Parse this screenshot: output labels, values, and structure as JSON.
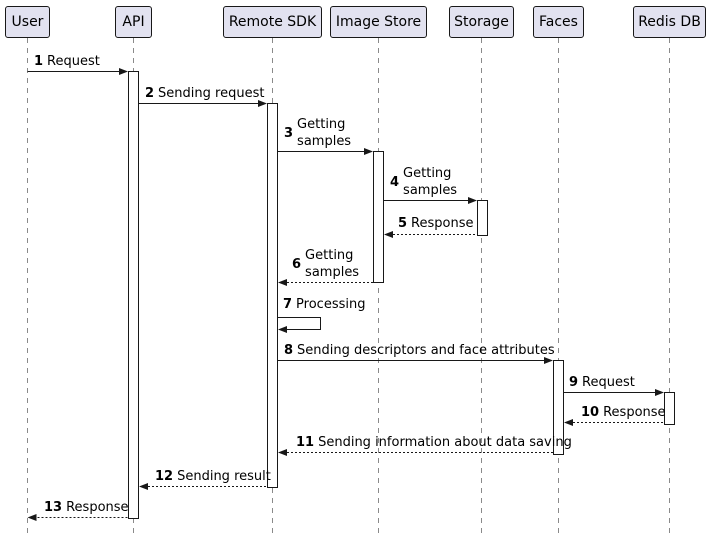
{
  "diagram": {
    "type": "sequence-diagram",
    "participants": [
      {
        "label": "User"
      },
      {
        "label": "API"
      },
      {
        "label": "Remote SDK"
      },
      {
        "label": "Image Store"
      },
      {
        "label": "Storage"
      },
      {
        "label": "Faces"
      },
      {
        "label": "Redis DB"
      }
    ],
    "messages": [
      {
        "num": "1",
        "text": "Request",
        "from": "User",
        "to": "API",
        "style": "solid"
      },
      {
        "num": "2",
        "text": "Sending request",
        "from": "API",
        "to": "Remote SDK",
        "style": "solid"
      },
      {
        "num": "3",
        "text": "Getting samples",
        "from": "Remote SDK",
        "to": "Image Store",
        "style": "solid"
      },
      {
        "num": "4",
        "text": "Getting samples",
        "from": "Image Store",
        "to": "Storage",
        "style": "solid"
      },
      {
        "num": "5",
        "text": "Response",
        "from": "Storage",
        "to": "Image Store",
        "style": "dashed"
      },
      {
        "num": "6",
        "text": "Getting samples",
        "from": "Image Store",
        "to": "Remote SDK",
        "style": "dashed"
      },
      {
        "num": "7",
        "text": "Processing",
        "from": "Remote SDK",
        "to": "Remote SDK",
        "style": "self"
      },
      {
        "num": "8",
        "text": "Sending descriptors and face attributes",
        "from": "Remote SDK",
        "to": "Faces",
        "style": "solid"
      },
      {
        "num": "9",
        "text": "Request",
        "from": "Faces",
        "to": "Redis DB",
        "style": "solid"
      },
      {
        "num": "10",
        "text": "Response",
        "from": "Redis DB",
        "to": "Faces",
        "style": "dashed"
      },
      {
        "num": "11",
        "text": "Sending information about data saving",
        "from": "Faces",
        "to": "Remote SDK",
        "style": "dashed"
      },
      {
        "num": "12",
        "text": "Sending result",
        "from": "Remote SDK",
        "to": "API",
        "style": "dashed"
      },
      {
        "num": "13",
        "text": "Response",
        "from": "API",
        "to": "User",
        "style": "dashed"
      }
    ],
    "colors": {
      "participant_fill": "#E2E2F0",
      "participant_border": "#181818",
      "lifeline": "#8a8a8a",
      "arrow": "#181818",
      "activation_fill": "#ffffff",
      "background": "#ffffff"
    }
  }
}
